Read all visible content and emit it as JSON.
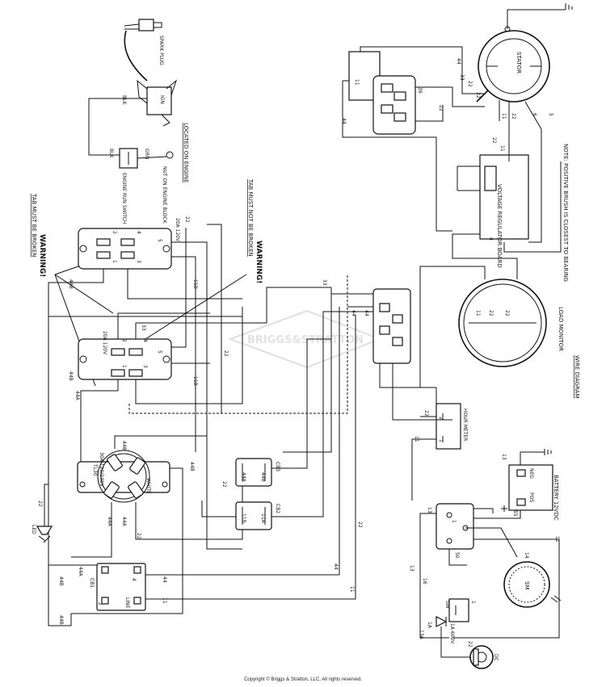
{
  "title": "WIRE DIAGRAM",
  "copyright": "Copyright © Briggs & Stratton, LLC. All rights reserved.",
  "watermark": "BRIGGS&STRATTON",
  "notes": {
    "warning_1": "WARNING!",
    "warning_1_text": "TAB MUST BE BROKEN",
    "warning_2": "WARNING!",
    "warning_2_text": "TAB MUST NOT BE BROKEN",
    "located_on_engine": "LOCATED ON ENGINE",
    "nut_on_engine_block": "NUT ON ENGINE BLOCK",
    "positive_brush": "NOTE: POSITIVE BRUSH IS CLOSEST TO BEARING"
  },
  "components": {
    "spark_plug": "SPARK PLUG",
    "ignition": "IGN",
    "engine_run_switch": "ENGINE RUN SWITCH",
    "stator": "STATOR",
    "voltage_regulator": "VOLTAGE REGULATOR BOARD",
    "load_monitor": "LOAD MONITOR",
    "hour_meter": "HOUR METER",
    "battery": "BATTERY 12VDC",
    "battery_neg": "NEG",
    "battery_pos": "POS",
    "receptacle_upper": "20A 120V",
    "receptacle_lower": "20A 120V",
    "receptacle_twist": "30A 120/240V",
    "twist_label": "TL30",
    "twist_white": "WHITE",
    "cb1": "CB1",
    "cb1_line": "LINE",
    "cb2": "CB2",
    "cb3": "CB3",
    "led": "LED",
    "starter_motor": "SM",
    "switch": "SW",
    "switch_rating": "1A 600V",
    "diode": "1A",
    "dc_port": "DC"
  },
  "wire_labels": [
    "BLK",
    "GRN",
    "BLK",
    "22",
    "22",
    "11",
    "44",
    "33",
    "22",
    "39",
    "22",
    "11",
    "5",
    "6",
    "4",
    "22",
    "11",
    "22",
    "44B",
    "44A",
    "44B",
    "11B",
    "11A",
    "44A",
    "11A",
    "22",
    "44",
    "11",
    "22",
    "11",
    "11B",
    "44B",
    "22",
    "11A",
    "13",
    "13",
    "16",
    "14",
    "13",
    "5C",
    "50",
    "55",
    "13",
    "11",
    "13A",
    "22",
    "1"
  ],
  "pins": [
    "1",
    "2",
    "3",
    "4",
    "5",
    "6"
  ]
}
